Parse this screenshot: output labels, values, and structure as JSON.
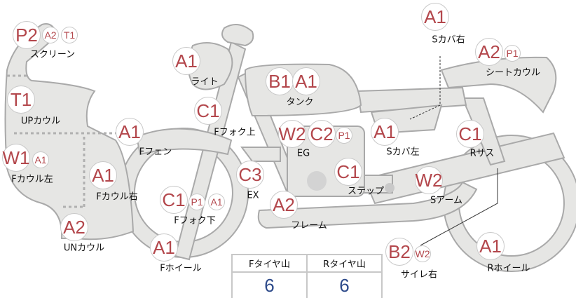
{
  "colors": {
    "badge_text": "#b3474c",
    "body_fill": "#e6e6e4",
    "body_stroke": "#a9a9a9",
    "value_text": "#2d4a8a"
  },
  "parts": [
    {
      "name": "スクリーン",
      "codes": [
        "P2",
        "A2",
        "T1"
      ]
    },
    {
      "name": "ライト",
      "codes": [
        "A1"
      ]
    },
    {
      "name": "タンク",
      "codes": [
        "B1",
        "A1"
      ]
    },
    {
      "name": "Sカバ右",
      "codes": [
        "A1"
      ]
    },
    {
      "name": "シートカウル",
      "codes": [
        "A2",
        "P1"
      ]
    },
    {
      "name": "UPカウル",
      "codes": [
        "T1"
      ]
    },
    {
      "name": "Fフォク上",
      "codes": [
        "C1"
      ]
    },
    {
      "name": "Fフェン",
      "codes": [
        "A1"
      ]
    },
    {
      "name": "EG",
      "codes": [
        "W2",
        "C2",
        "P1"
      ]
    },
    {
      "name": "Sカバ左",
      "codes": [
        "A1"
      ]
    },
    {
      "name": "Rサス",
      "codes": [
        "C1"
      ]
    },
    {
      "name": "Fカウル左",
      "codes": [
        "W1",
        "A1"
      ]
    },
    {
      "name": "Fカウル右",
      "codes": [
        "A1"
      ]
    },
    {
      "name": "EX",
      "codes": [
        "C3"
      ]
    },
    {
      "name": "ステップ",
      "codes": [
        "C1"
      ]
    },
    {
      "name": "Sアーム",
      "codes": [
        "W2"
      ]
    },
    {
      "name": "Fフォク下",
      "codes": [
        "C1",
        "P1",
        "A1"
      ]
    },
    {
      "name": "フレーム",
      "codes": [
        "A2"
      ]
    },
    {
      "name": "UNカウル",
      "codes": [
        "A2"
      ]
    },
    {
      "name": "Fホイール",
      "codes": [
        "A1"
      ]
    },
    {
      "name": "サイレ右",
      "codes": [
        "B2",
        "W2"
      ]
    },
    {
      "name": "Rホイール",
      "codes": [
        "A1"
      ]
    }
  ],
  "tire_table": {
    "headers": [
      "Fタイヤ山",
      "Rタイヤ山"
    ],
    "values": [
      "6",
      "6"
    ]
  }
}
